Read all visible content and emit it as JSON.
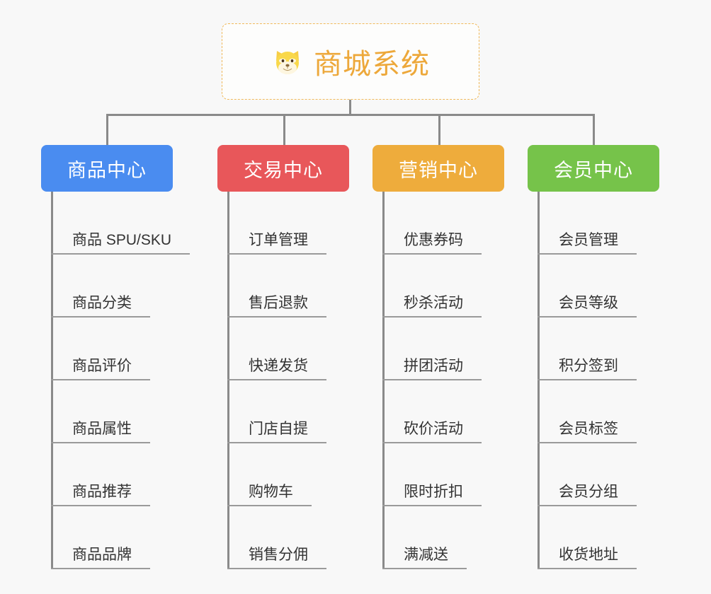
{
  "diagram": {
    "type": "mindmap-org-chart",
    "background_color": "#f8f8f8",
    "root": {
      "title": "商城系统",
      "icon": "shiba-dog-emoji",
      "icon_glyph": "🐶",
      "text_color": "#eda83a",
      "border_color": "#f0b95a",
      "background_color": "#fdfdfc"
    },
    "branches": [
      {
        "label": "商品中心",
        "color": "#4a8cf0",
        "items": [
          "商品 SPU/SKU",
          "商品分类",
          "商品评价",
          "商品属性",
          "商品推荐",
          "商品品牌"
        ]
      },
      {
        "label": "交易中心",
        "color": "#e8575a",
        "items": [
          "订单管理",
          "售后退款",
          "快递发货",
          "门店自提",
          "购物车",
          "销售分佣"
        ]
      },
      {
        "label": "营销中心",
        "color": "#eeac3c",
        "items": [
          "优惠券码",
          "秒杀活动",
          "拼团活动",
          "砍价活动",
          "限时折扣",
          "满减送"
        ]
      },
      {
        "label": "会员中心",
        "color": "#76c34a",
        "items": [
          "会员管理",
          "会员等级",
          "积分签到",
          "会员标签",
          "会员分组",
          "收货地址"
        ]
      }
    ],
    "connector_color": "#8a8a8a",
    "leaf_underline_color": "#9a9a9a",
    "leaf_text_color": "#333333"
  }
}
